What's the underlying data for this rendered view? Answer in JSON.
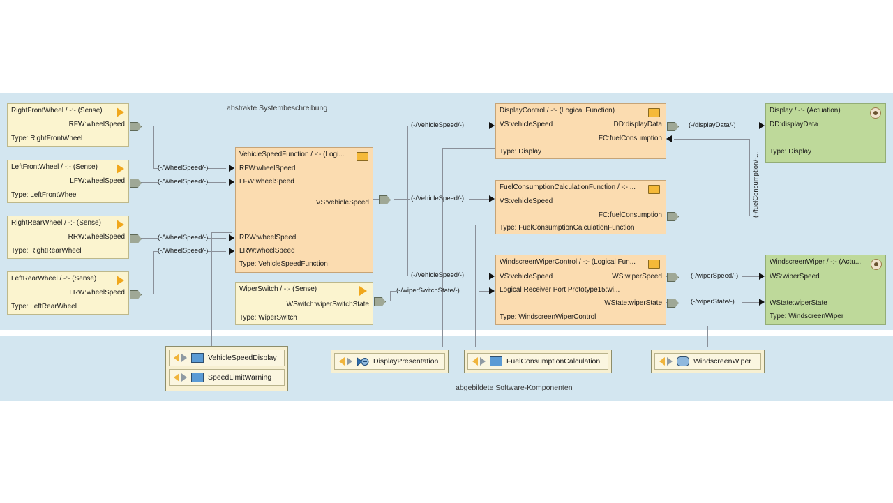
{
  "diagram": {
    "caption_top": "abstrakte Systembeschreibung",
    "caption_bottom": "abgebildete Software-Komponenten",
    "colors": {
      "panel_background": "#d3e6f0",
      "sensor_block": "#fbf4cf",
      "logical_block": "#fbdcb0",
      "actuator_block": "#bed99a",
      "port": "#9fa896",
      "wire": "#8a9099",
      "sw_group": "#f7f0d2"
    }
  },
  "sensors": [
    {
      "title": "RightFrontWheel / -:- (Sense)",
      "port_out": "RFW:wheelSpeed",
      "type": "Type: RightFrontWheel",
      "glyph": "sense-triangle-icon"
    },
    {
      "title": "LeftFrontWheel / -:- (Sense)",
      "port_out": "LFW:wheelSpeed",
      "type": "Type: LeftFrontWheel",
      "glyph": "sense-triangle-icon"
    },
    {
      "title": "RightRearWheel / -:- (Sense)",
      "port_out": "RRW:wheelSpeed",
      "type": "Type: RightRearWheel",
      "glyph": "sense-triangle-icon"
    },
    {
      "title": "LeftRearWheel / -:- (Sense)",
      "port_out": "LRW:wheelSpeed",
      "type": "Type: LeftRearWheel",
      "glyph": "sense-triangle-icon"
    },
    {
      "title": "WiperSwitch / -:- (Sense)",
      "port_out": "WSwitch:wiperSwitchState",
      "type": "Type: WiperSwitch",
      "glyph": "sense-triangle-icon"
    }
  ],
  "vehicle_speed_function": {
    "title": "VehicleSpeedFunction / -:- (Logi...",
    "glyph": "logical-function-icon",
    "inputs_top": [
      "RFW:wheelSpeed",
      "LFW:wheelSpeed"
    ],
    "inputs_bottom": [
      "RRW:wheelSpeed",
      "LRW:wheelSpeed"
    ],
    "output": "VS:vehicleSpeed",
    "type": "Type: VehicleSpeedFunction"
  },
  "logical_functions": [
    {
      "title": "DisplayControl / -:- (Logical Function)",
      "glyph": "logical-function-icon",
      "inputs": [
        "VS:vehicleSpeed"
      ],
      "outputs": [
        "DD:displayData",
        "FC:fuelConsumption"
      ],
      "type": "Type: Display"
    },
    {
      "title": "FuelConsumptionCalculationFunction / -:- ...",
      "glyph": "logical-function-icon",
      "inputs": [
        "VS:vehicleSpeed"
      ],
      "outputs": [
        "FC:fuelConsumption"
      ],
      "type": "Type: FuelConsumptionCalculationFunction"
    },
    {
      "title": "WindscreenWiperControl / -:- (Logical Fun...",
      "glyph": "logical-function-icon",
      "inputs": [
        "VS:vehicleSpeed",
        "Logical Receiver Port Prototype15:wi..."
      ],
      "outputs": [
        "WS:wiperSpeed",
        "WState:wiperState"
      ],
      "type": "Type: WindscreenWiperControl"
    }
  ],
  "actuators": [
    {
      "title": "Display / -:- (Actuation)",
      "glyph": "actuation-circle-icon",
      "ports": [
        "DD:displayData"
      ],
      "type": "Type: Display"
    },
    {
      "title": "WindscreenWiper / -:- (Actu...",
      "glyph": "actuation-circle-icon",
      "ports": [
        "WS:wiperSpeed",
        "WState:wiperState"
      ],
      "type": "Type: WindscreenWiper"
    }
  ],
  "connector_labels": {
    "wheel_speed": "(-/WheelSpeed/-)",
    "vehicle_speed": "(-/VehicleSpeed/-)",
    "wiper_switch_state": "(-/wiperSwitchState/-)",
    "display_data": "(-/displayData/-)",
    "fuel_consumption": "(-/fuelConsumption/-...",
    "wiper_speed": "(-/wiperSpeed/-)",
    "wiper_state": "(-/wiperState/-)"
  },
  "software_components": [
    {
      "group": "vehicle-speed-group",
      "rows": [
        {
          "label": "VehicleSpeedDisplay",
          "icon": "component-square-icon"
        },
        {
          "label": "SpeedLimitWarning",
          "icon": "component-square-icon"
        }
      ]
    },
    {
      "group": "display-presentation-group",
      "rows": [
        {
          "label": "DisplayPresentation",
          "icon": "component-composition-icon"
        }
      ]
    },
    {
      "group": "fuel-consumption-group",
      "rows": [
        {
          "label": "FuelConsumptionCalculation",
          "icon": "component-square-icon"
        }
      ]
    },
    {
      "group": "windscreen-wiper-group",
      "rows": [
        {
          "label": "WindscreenWiper",
          "icon": "component-rounded-icon"
        }
      ]
    }
  ]
}
